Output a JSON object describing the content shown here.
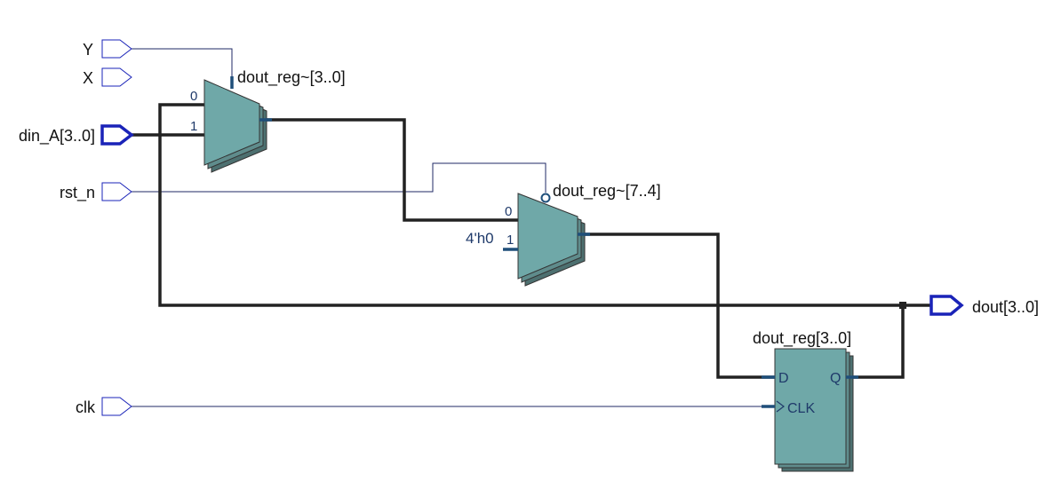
{
  "colors": {
    "background": "#ffffff",
    "bus_wire": "#222222",
    "signal_wire": "#1f2a66",
    "port_outline": "#1a23b8",
    "block_fill": "#6fa8a8",
    "block_shadow": "#4d7070",
    "pin_stub": "#1f4f7a",
    "text": "#111111",
    "pin_text": "#1f3a6a"
  },
  "ports": {
    "y": "Y",
    "x": "X",
    "din_a": "din_A[3..0]",
    "rst_n": "rst_n",
    "clk": "clk",
    "dout": "dout[3..0]"
  },
  "mux1": {
    "name": "dout_reg~[3..0]",
    "pin0": "0",
    "pin1": "1"
  },
  "mux2": {
    "name": "dout_reg~[7..4]",
    "pin0": "0",
    "pin1": "1",
    "const": "4'h0"
  },
  "reg": {
    "name": "dout_reg[3..0]",
    "pin_d": "D",
    "pin_q": "Q",
    "pin_clk": "CLK"
  }
}
